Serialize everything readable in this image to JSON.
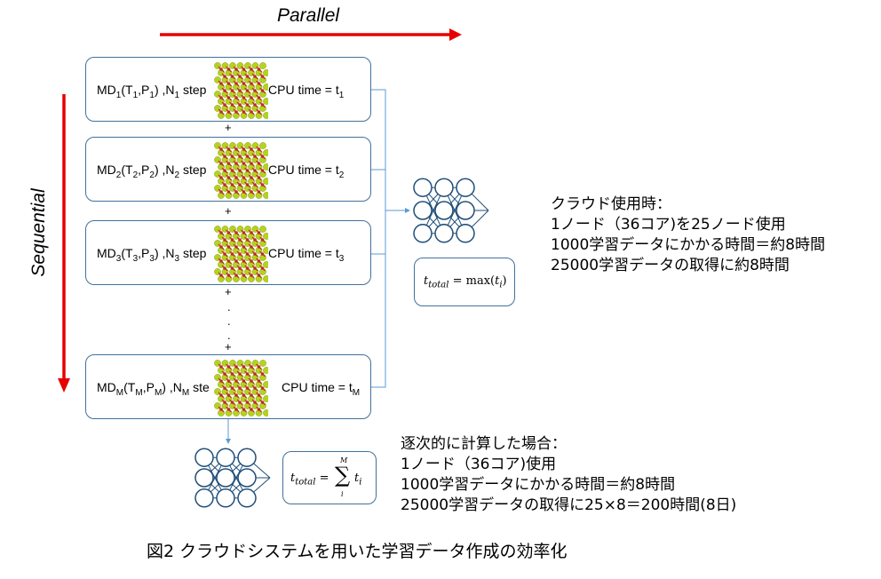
{
  "arrows": {
    "parallel_label": "Parallel",
    "sequential_label": "Sequential",
    "color": "#e60000"
  },
  "md_rows": [
    {
      "md": "MD",
      "idx": "1",
      "t": "T",
      "p": "P",
      "n": "N",
      "step": "step",
      "cpu": "CPU time = t",
      "cpu_sub": "1"
    },
    {
      "md": "MD",
      "idx": "2",
      "t": "T",
      "p": "P",
      "n": "N",
      "step": "step",
      "cpu": "CPU time = t",
      "cpu_sub": "2"
    },
    {
      "md": "MD",
      "idx": "3",
      "t": "T",
      "p": "P",
      "n": "N",
      "step": "step",
      "cpu": "CPU time = t",
      "cpu_sub": "3"
    },
    {
      "md": "MD",
      "idx": "M",
      "t": "T",
      "p": "P",
      "n": "N",
      "step": "ste",
      "cpu": "CPU time = t",
      "cpu_sub": "M"
    }
  ],
  "plus_sign": "+",
  "dot_sign": ".",
  "formula_parallel": {
    "t": "t",
    "sub": "total",
    "eq": "= max(",
    "ti": "t",
    "ti_sub": "i",
    "close": ")"
  },
  "formula_sequential": {
    "t": "t",
    "sub": "total",
    "eq": "=",
    "sigma": "∑",
    "upper": "M",
    "lower": "i",
    "ti": "t",
    "ti_sub": "i"
  },
  "cloud_text": [
    "クラウド使用時：",
    "1ノード（36コア)を25ノード使用",
    "1000学習データにかかる時間＝約8時間",
    "25000学習データの取得に約8時間"
  ],
  "sequential_text": [
    "逐次的に計算した場合：",
    "1ノード（36コア)使用",
    "1000学習データにかかる時間＝約8時間",
    "25000学習データの取得に25×8＝200時間(8日)"
  ],
  "caption": "図2 クラウドシステムを用いた学習データ作成の効率化",
  "colors": {
    "box_border": "#41719c",
    "nn": "#1f4e79",
    "connector": "#5b9bd5",
    "crystal_green": "#b5d31e",
    "crystal_red": "#c0282b"
  }
}
